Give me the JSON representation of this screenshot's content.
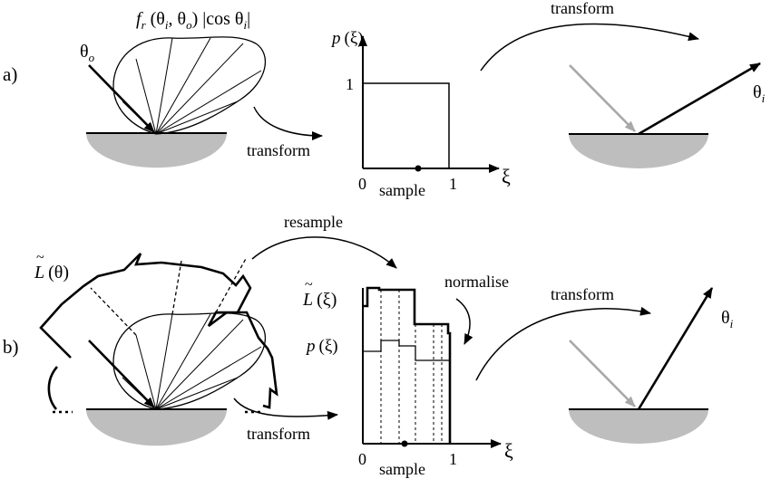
{
  "panel_a": {
    "row_label": "a)",
    "brdf_label": "f r (θ i, θ o) |cos θ i|",
    "brdf_parts": {
      "f": "f",
      "r": "r",
      "args_open": " (θ",
      "i1": "i",
      "comma": ", θ",
      "o1": "o",
      "args_close": ") ",
      "abs_open": "|cos θ",
      "i2": "i",
      "abs_close": "|"
    },
    "theta_o": {
      "theta": "θ",
      "sub": "o"
    },
    "transform_small": "transform",
    "pdf": {
      "ylabel": {
        "p": "p",
        "arg": "(ξ)"
      },
      "tick_y1": "1",
      "tick_x0": "0",
      "tick_x1": "1",
      "xlabel": "ξ",
      "sample": "sample"
    },
    "transform_big": "transform",
    "theta_i": {
      "theta": "θ",
      "sub": "i"
    }
  },
  "panel_b": {
    "row_label": "b)",
    "L_label": {
      "L": "L",
      "tilde": "~",
      "arg": "(θ)"
    },
    "resample": "resample",
    "transform_small": "transform",
    "hist": {
      "L_label": {
        "L": "L",
        "tilde": "~",
        "arg": "(ξ)"
      },
      "p_label": {
        "p": "p",
        "arg": "(ξ)"
      },
      "tick_x0": "0",
      "tick_x1": "1",
      "xlabel": "ξ",
      "sample": "sample"
    },
    "normalise": "normalise",
    "transform_big": "transform",
    "theta_i": {
      "theta": "θ",
      "sub": "i"
    }
  },
  "colors": {
    "surface": "#bebebe",
    "ink": "#000000",
    "incident_gray": "#a8a8a8"
  }
}
